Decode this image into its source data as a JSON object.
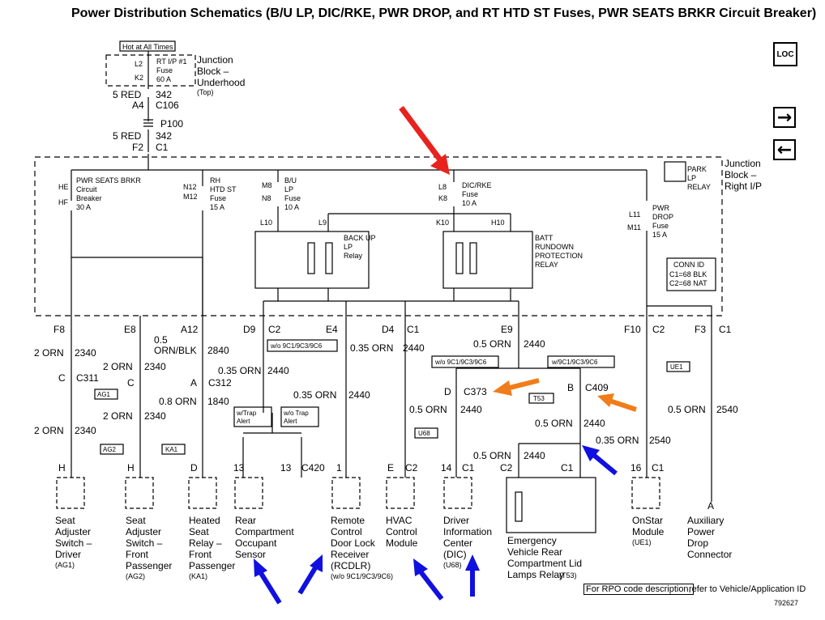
{
  "title": "Power Distribution Schematics (B/U LP, DIC/RKE, PWR DROP, and RT HTD ST Fuses, PWR SEATS BRKR Circuit Breaker)",
  "loc_label": "LOC",
  "nav": {
    "next": "→",
    "prev": "←"
  },
  "underhood": {
    "hot_label": "Hot at All Times",
    "pin_top": "L2",
    "pin_bot": "K2",
    "fuse_lines": [
      "RT I/P #1",
      "Fuse",
      "60 A"
    ],
    "block_lines": [
      "Junction",
      "Block –",
      "Underhood"
    ],
    "block_sub": "(Top)"
  },
  "feed": {
    "w1_l": "5 RED",
    "w1_r": "342",
    "c106_l": "A4",
    "c106_r": "C106",
    "p100": "P100",
    "w2_l": "5 RED",
    "w2_r": "342",
    "c1_l": "F2",
    "c1_r": "C1"
  },
  "ip_block": {
    "lines": [
      "Junction",
      "Block –",
      "Right I/P"
    ]
  },
  "park_relay": {
    "lines": [
      "PARK",
      "LP",
      "RELAY"
    ]
  },
  "fuses": {
    "pwr_seats": {
      "pin_top": "HE",
      "pin_bot": "HF",
      "lines": [
        "PWR SEATS BRKR",
        "Circuit",
        "Breaker",
        "30 A"
      ]
    },
    "rh_htd": {
      "pin_top": "N12",
      "pin_bot": "M12",
      "lines": [
        "RH",
        "HTD ST",
        "Fuse",
        "15 A"
      ]
    },
    "bu_lp": {
      "pin_top": "M8",
      "pin_bot": "N8",
      "lines": [
        "B/U",
        "LP",
        "Fuse",
        "10 A"
      ]
    },
    "dic_rke": {
      "pin_top": "L8",
      "pin_bot": "K8",
      "lines": [
        "DIC/RKE",
        "Fuse",
        "10 A"
      ]
    },
    "pwr_drop": {
      "pin_top": "L11",
      "pin_bot": "M11",
      "lines": [
        "PWR",
        "DROP",
        "Fuse",
        "15 A"
      ]
    }
  },
  "relays": {
    "backup": {
      "pin_a": "L10",
      "pin_b": "L9",
      "lines": [
        "BACK UP",
        "LP",
        "Relay"
      ]
    },
    "batt": {
      "pin_a": "K10",
      "pin_b": "H10",
      "lines": [
        "BATT",
        "RUNDOWN",
        "PROTECTION",
        "RELAY"
      ]
    }
  },
  "conn_id": {
    "title": "CONN ID",
    "lines": [
      "C1=68 BLK",
      "C2=68 NAT"
    ]
  },
  "outputs": {
    "f8": "F8",
    "e8": "E8",
    "a12": "A12",
    "d9": "D9",
    "d9c": "C2",
    "e4": "E4",
    "d4": "D4",
    "d4c": "C1",
    "e9": "E9",
    "f10": "F10",
    "f10c": "C2",
    "f3": "F3",
    "f3c": "C1"
  },
  "wires": {
    "w1": "2 ORN",
    "w1n": "2340",
    "w2": "2 ORN",
    "w2n": "2340",
    "w3": "0.5",
    "w3b": "ORN/BLK",
    "w3n": "2840",
    "w4": "0.35 ORN",
    "w4n": "2440",
    "w5": "0.35 ORN",
    "w5n": "2440",
    "w6": "0.5 ORN",
    "w6n": "2440",
    "w7": "0.5 ORN",
    "w7n": "2440",
    "w8": "0.35 ORN",
    "w8n": "2440",
    "w9": "0.5 ORN",
    "w9n": "2440",
    "w10": "0.5 ORN",
    "w10n": "2440",
    "w11": "0.35 ORN",
    "w11n": "2540",
    "w12": "0.5 ORN",
    "w12n": "2540",
    "w13": "2 ORN",
    "w13n": "2340",
    "w14": "2 ORN",
    "w14n": "2340",
    "w15": "0.8 ORN",
    "w15n": "1840"
  },
  "connectors": {
    "c311_pin": "C",
    "c311": "C311",
    "c_pin": "C",
    "c312_pin": "A",
    "c312": "C312",
    "c373_pin": "D",
    "c373": "C373",
    "c409_pin": "B",
    "c409": "C409",
    "c420_pin": "13",
    "c420": "C420"
  },
  "options": {
    "wo_9c1_a": "w/o 9C1/9C3/9C6",
    "wo_9c1_b": "w/o 9C1/9C3/9C6",
    "w_9c1": "w/9C1/9C3/9C6",
    "w_trap": [
      "w/Trap",
      "Alert"
    ],
    "wo_trap": [
      "w/o Trap",
      "Alert"
    ]
  },
  "rpo_tags": {
    "ag1": "AG1",
    "ag2": "AG2",
    "ka1": "KA1",
    "u68": "U68",
    "t53": "T53",
    "ue1": "UE1"
  },
  "components": [
    {
      "pin": "H",
      "lines": [
        "Seat",
        "Adjuster",
        "Switch –",
        "Driver"
      ],
      "code": "(AG1)"
    },
    {
      "pin": "H",
      "lines": [
        "Seat",
        "Adjuster",
        "Switch –",
        "Front",
        "Passenger"
      ],
      "code": "(AG2)"
    },
    {
      "pin": "D",
      "lines": [
        "Heated",
        "Seat",
        "Relay –",
        "Front",
        "Passenger"
      ],
      "code": "(KA1)"
    },
    {
      "pin": "13",
      "lines": [
        "Rear",
        "Compartment",
        "Occupant",
        "Sensor"
      ],
      "code": ""
    },
    {
      "pin": "1",
      "lines": [
        "Remote",
        "Control",
        "Door Lock",
        "Receiver",
        "(RCDLR)"
      ],
      "code": "(w/o 9C1/9C3/9C6)"
    },
    {
      "pin": "E",
      "conn": "C2",
      "lines": [
        "HVAC",
        "Control",
        "Module"
      ],
      "code": ""
    },
    {
      "pin": "14",
      "conn": "C1",
      "lines": [
        "Driver",
        "Information",
        "Center",
        "(DIC)"
      ],
      "code": "(U68)"
    },
    {
      "pin": "16",
      "conn": "C1",
      "lines": [
        "OnStar",
        "Module"
      ],
      "code": "(UE1)"
    },
    {
      "pin": "A",
      "lines": [
        "Auxiliary",
        "Power",
        "Drop",
        "Connector"
      ],
      "code": ""
    }
  ],
  "trunk_relay": {
    "pin_c2": "C2",
    "pin_c1": "C1",
    "lines": [
      "Emergency",
      "Vehicle Rear",
      "Compartment Lid",
      "Lamps Relay"
    ],
    "code": "(T53)"
  },
  "footer": {
    "link": "For RPO code description,",
    "suffix": "refer to Vehicle/Application ID",
    "doc_id": "792627"
  },
  "colors": {
    "red_arrow": "#e8231e",
    "orange_arrow": "#f07d1a",
    "blue_arrow": "#1010e0",
    "line": "#000000"
  }
}
